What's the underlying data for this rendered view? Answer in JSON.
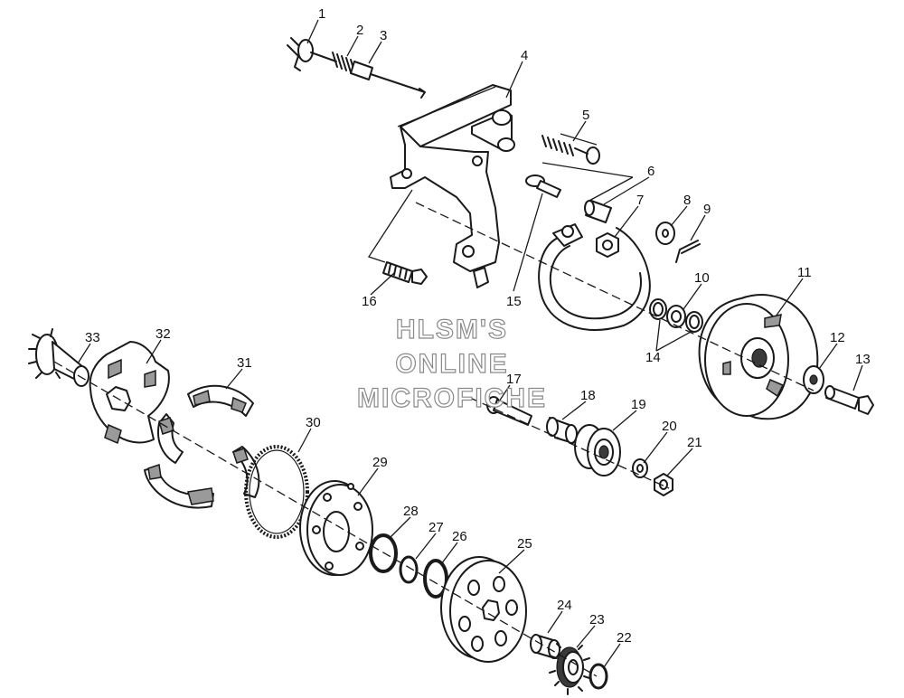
{
  "watermark": {
    "line1": "HLSM'S",
    "line2": "ONLINE",
    "line3": "MICROFICHE"
  },
  "callouts": [
    "1",
    "2",
    "3",
    "4",
    "5",
    "6",
    "7",
    "8",
    "9",
    "10",
    "11",
    "12",
    "13",
    "14",
    "15",
    "16",
    "17",
    "18",
    "19",
    "20",
    "21",
    "22",
    "23",
    "24",
    "25",
    "26",
    "27",
    "28",
    "29",
    "30",
    "31",
    "32",
    "33"
  ],
  "colors": {
    "ink": "#1a1a1a",
    "paper": "#ffffff",
    "shade": "#9a9a9a",
    "watermark_outline": "#8a8a8a"
  }
}
